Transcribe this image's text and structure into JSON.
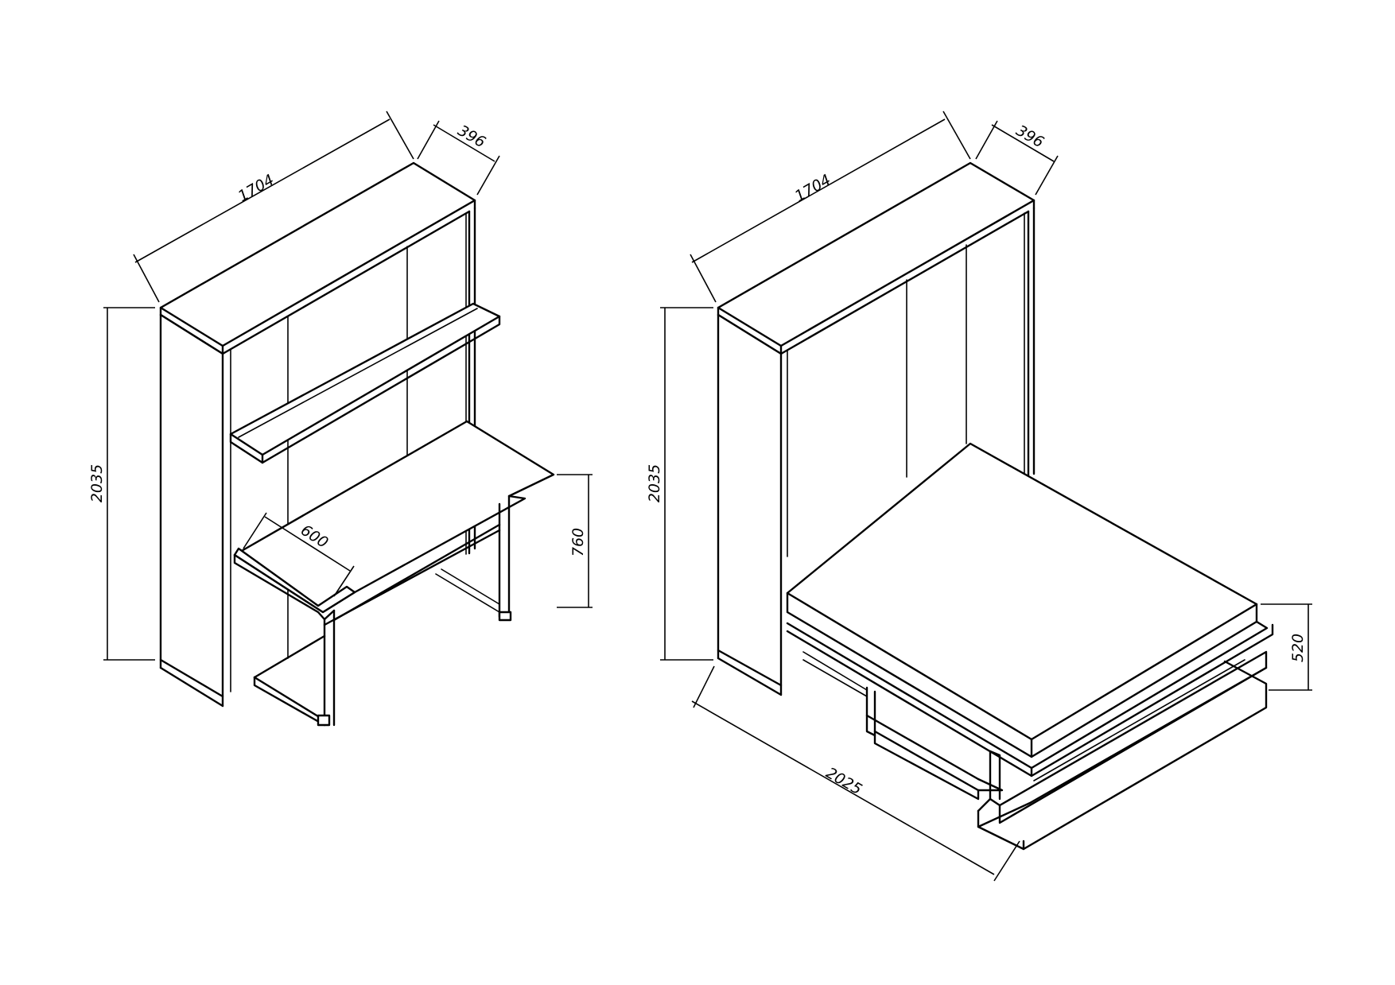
{
  "desk_view": {
    "dims": {
      "width": "1704",
      "depth": "396",
      "height": "2035",
      "desk_depth": "600",
      "desk_height": "760"
    }
  },
  "bed_view": {
    "dims": {
      "width": "1704",
      "depth": "396",
      "height": "2035",
      "length": "2025",
      "bed_height": "520"
    }
  }
}
